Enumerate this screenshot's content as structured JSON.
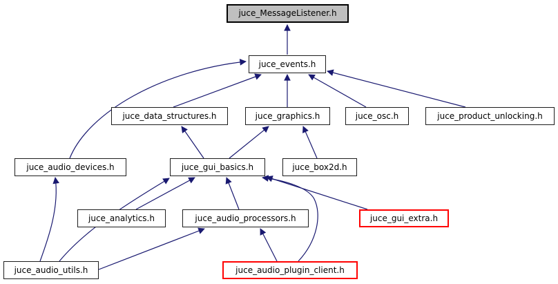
{
  "diagram": {
    "kind": "include-dependency-graph",
    "colors": {
      "background": "#ffffff",
      "edge": "#191970",
      "node_fill": "#ffffff",
      "node_border": "#000000",
      "highlight_node_fill": "#bfbfbf",
      "alert_node_border": "#ff0000",
      "label_text": "#000000"
    },
    "nodes": [
      {
        "id": "juce_MessageListener",
        "label": "juce_MessageListener.h",
        "style": "highlighted"
      },
      {
        "id": "juce_events",
        "label": "juce_events.h",
        "style": "normal"
      },
      {
        "id": "juce_data_structures",
        "label": "juce_data_structures.h",
        "style": "normal"
      },
      {
        "id": "juce_graphics",
        "label": "juce_graphics.h",
        "style": "normal"
      },
      {
        "id": "juce_osc",
        "label": "juce_osc.h",
        "style": "normal"
      },
      {
        "id": "juce_product_unlocking",
        "label": "juce_product_unlocking.h",
        "style": "normal"
      },
      {
        "id": "juce_audio_devices",
        "label": "juce_audio_devices.h",
        "style": "normal"
      },
      {
        "id": "juce_gui_basics",
        "label": "juce_gui_basics.h",
        "style": "normal"
      },
      {
        "id": "juce_box2d",
        "label": "juce_box2d.h",
        "style": "normal"
      },
      {
        "id": "juce_analytics",
        "label": "juce_analytics.h",
        "style": "normal"
      },
      {
        "id": "juce_audio_processors",
        "label": "juce_audio_processors.h",
        "style": "normal"
      },
      {
        "id": "juce_gui_extra",
        "label": "juce_gui_extra.h",
        "style": "red"
      },
      {
        "id": "juce_audio_utils",
        "label": "juce_audio_utils.h",
        "style": "normal"
      },
      {
        "id": "juce_audio_plugin_client",
        "label": "juce_audio_plugin_client.h",
        "style": "red"
      }
    ],
    "edges": [
      {
        "from": "juce_events",
        "to": "juce_MessageListener"
      },
      {
        "from": "juce_audio_devices",
        "to": "juce_events"
      },
      {
        "from": "juce_data_structures",
        "to": "juce_events"
      },
      {
        "from": "juce_graphics",
        "to": "juce_events"
      },
      {
        "from": "juce_osc",
        "to": "juce_events"
      },
      {
        "from": "juce_product_unlocking",
        "to": "juce_events"
      },
      {
        "from": "juce_gui_basics",
        "to": "juce_data_structures"
      },
      {
        "from": "juce_gui_basics",
        "to": "juce_graphics"
      },
      {
        "from": "juce_box2d",
        "to": "juce_graphics"
      },
      {
        "from": "juce_analytics",
        "to": "juce_gui_basics"
      },
      {
        "from": "juce_audio_processors",
        "to": "juce_gui_basics"
      },
      {
        "from": "juce_gui_extra",
        "to": "juce_gui_basics"
      },
      {
        "from": "juce_audio_utils",
        "to": "juce_audio_devices"
      },
      {
        "from": "juce_audio_utils",
        "to": "juce_gui_basics"
      },
      {
        "from": "juce_audio_utils",
        "to": "juce_audio_processors"
      },
      {
        "from": "juce_audio_plugin_client",
        "to": "juce_audio_processors"
      },
      {
        "from": "juce_audio_plugin_client",
        "to": "juce_gui_basics"
      }
    ]
  }
}
